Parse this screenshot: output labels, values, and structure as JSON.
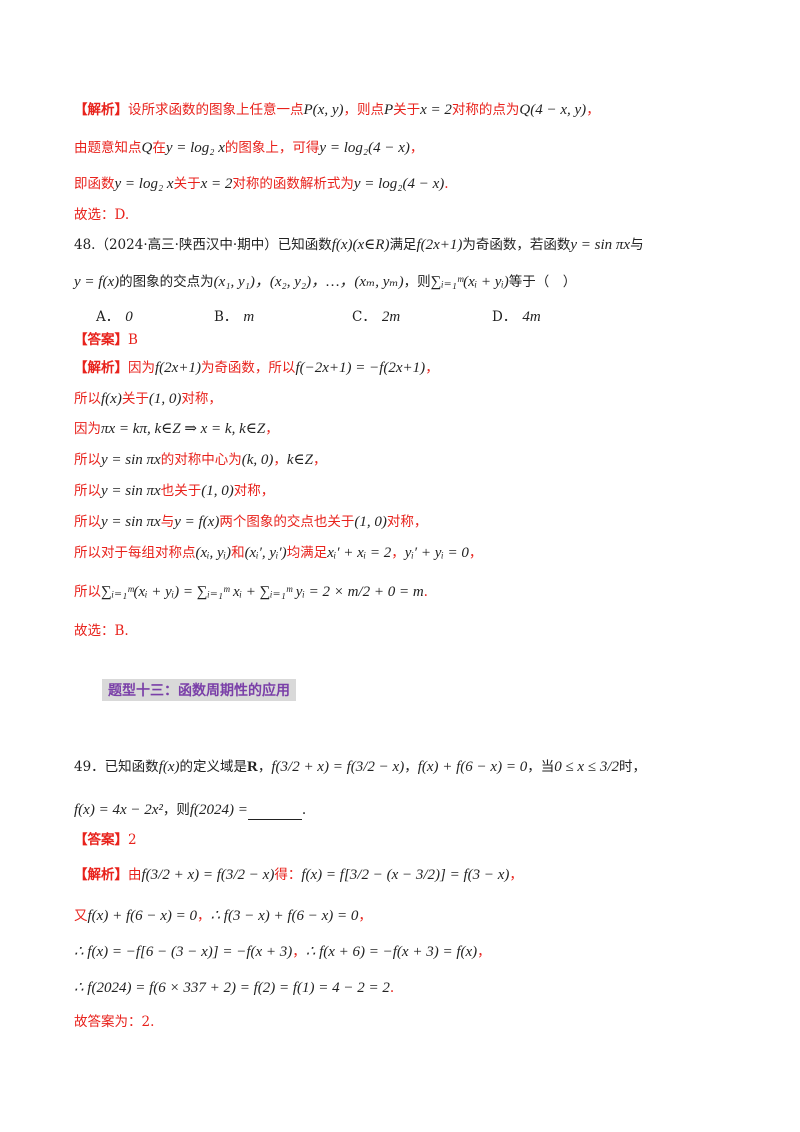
{
  "colors": {
    "red": "#e8221c",
    "heading_purple": "#7a3fa8",
    "heading_bg": "#d9d9d9"
  },
  "q47": {
    "l1_tag": "【解析】",
    "l1_a": "设所求函数的图象上任意一点",
    "l1_m1": "P(x, y)",
    "l1_b": "，则点",
    "l1_m2": "P",
    "l1_c": "关于",
    "l1_m3": "x = 2",
    "l1_d": "对称的点为",
    "l1_m4": "Q(4 − x, y)",
    "l1_e": "，",
    "l2_a": "由题意知点",
    "l2_m1": "Q",
    "l2_b": "在",
    "l2_m2": "y = log₂ x",
    "l2_c": "的图象上，可得",
    "l2_m3": "y = log₂(4 − x)",
    "l2_d": "，",
    "l3_a": "即函数",
    "l3_m1": "y = log₂ x",
    "l3_b": "关于",
    "l3_m2": "x = 2",
    "l3_c": "对称的函数解析式为",
    "l3_m3": "y = log₂(4 − x)",
    "l3_d": ".",
    "l4": "故选：D."
  },
  "q48": {
    "l1_a": "48.（2024·高三·陕西汉中·期中）已知函数",
    "l1_m1": "f(x)(x∈R)",
    "l1_b": "满足",
    "l1_m2": "f(2x+1)",
    "l1_c": "为奇函数，若函数",
    "l1_m3": "y = sin πx",
    "l1_d": "与",
    "l2_m1": "y = f(x)",
    "l2_a": "的图象的交点为",
    "l2_m2": "(x₁, y₁)，(x₂, y₂)，…，(xₘ, yₘ)",
    "l2_b": "，则",
    "l2_m3": "∑ᵢ₌₁ᵐ(xᵢ + yᵢ)",
    "l2_c": "等于（　）",
    "options": [
      {
        "label": "A．",
        "value": "0"
      },
      {
        "label": "B．",
        "value": "m"
      },
      {
        "label": "C．",
        "value": "2m"
      },
      {
        "label": "D．",
        "value": "4m"
      }
    ],
    "answer_tag": "【答案】",
    "answer": "B",
    "s1_tag": "【解析】",
    "s1_a": "因为",
    "s1_m1": "f(2x+1)",
    "s1_b": "为奇函数，所以",
    "s1_m2": "f(−2x+1) = −f(2x+1)",
    "s1_c": "，",
    "s2_a": "所以",
    "s2_m1": "f(x)",
    "s2_b": "关于",
    "s2_m2": "(1, 0)",
    "s2_c": "对称，",
    "s3_a": "因为",
    "s3_m1": "πx = kπ, k∈Z ⇒ x = k, k∈Z",
    "s3_b": "，",
    "s4_a": "所以",
    "s4_m1": "y = sin πx",
    "s4_b": "的对称中心为",
    "s4_m2": "(k, 0)",
    "s4_c": "，",
    "s4_m3": "k∈Z",
    "s4_d": "，",
    "s5_a": "所以",
    "s5_m1": "y = sin πx",
    "s5_b": "也关于",
    "s5_m2": "(1, 0)",
    "s5_c": "对称，",
    "s6_a": "所以",
    "s6_m1": "y = sin πx",
    "s6_b": "与",
    "s6_m2": "y = f(x)",
    "s6_c": "两个图象的交点也关于",
    "s6_m3": "(1, 0)",
    "s6_d": "对称，",
    "s7_a": "所以对于每组对称点",
    "s7_m1": "(xᵢ, yᵢ)",
    "s7_b": "和",
    "s7_m2": "(xᵢ′, yᵢ′)",
    "s7_c": "均满足",
    "s7_m3": "xᵢ′ + xᵢ = 2",
    "s7_d": "，",
    "s7_m4": "yᵢ′ + yᵢ = 0",
    "s7_e": "，",
    "s8_a": "所以",
    "s8_m1": "∑ᵢ₌₁ᵐ(xᵢ + yᵢ) = ∑ᵢ₌₁ᵐ xᵢ + ∑ᵢ₌₁ᵐ yᵢ = 2 × m/2 + 0 = m",
    "s8_b": ".",
    "s9": "故选：B."
  },
  "section_heading": "题型十三：函数周期性的应用",
  "q49": {
    "l1_a": "49．已知函数",
    "l1_m1": "f(x)",
    "l1_b": "的定义域是",
    "l1_m2": "R",
    "l1_c": "，",
    "l1_m3": "f(3/2 + x) = f(3/2 − x)",
    "l1_d": "，",
    "l1_m4": "f(x) + f(6 − x) = 0",
    "l1_e": "，当",
    "l1_m5": "0 ≤ x ≤ 3/2",
    "l1_f": "时，",
    "l2_m1": "f(x) = 4x − 2x²",
    "l2_a": "，则",
    "l2_m2": "f(2024) =",
    "l2_b": ".",
    "answer_tag": "【答案】",
    "answer": "2",
    "s1_tag": "【解析】",
    "s1_a": "由",
    "s1_m1": "f(3/2 + x) = f(3/2 − x)",
    "s1_b": "得：",
    "s1_m2": "f(x) = f[3/2 − (x − 3/2)] = f(3 − x)",
    "s1_c": "，",
    "s2_a": "又",
    "s2_m1": "f(x) + f(6 − x) = 0",
    "s2_b": "，",
    "s2_m2": "∴ f(3 − x) + f(6 − x) = 0",
    "s2_c": "，",
    "s3_m1": "∴ f(x) = −f[6 − (3 − x)] = −f(x + 3)",
    "s3_a": "，",
    "s3_m2": "∴ f(x + 6) = −f(x + 3) = f(x)",
    "s3_b": "，",
    "s4_m1": "∴ f(2024) = f(6 × 337 + 2) = f(2) = f(1) = 4 − 2 = 2",
    "s4_a": ".",
    "s5": "故答案为：2."
  }
}
